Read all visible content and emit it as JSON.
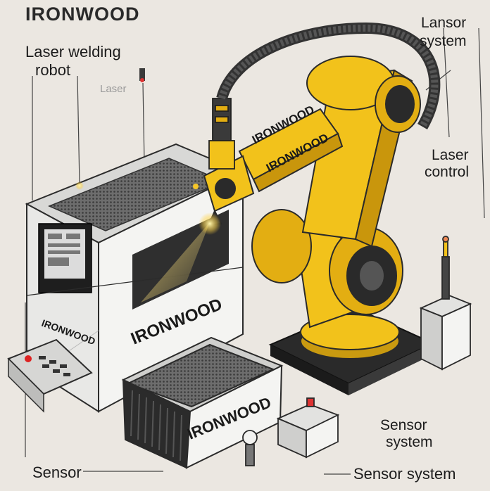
{
  "title": "IRONWOOD",
  "brand": "IRONWOOD",
  "labels": {
    "laser_welding_robot_line1": "Laser welding",
    "laser_welding_robot_line2": "robot",
    "laser_faint": "Laser",
    "lansor_line1": "Lansor",
    "lansor_line2": "system",
    "laser_control_line1": "Laser",
    "laser_control_line2": "control",
    "sensor_system_line1": "Sensor",
    "sensor_system_line2": "system",
    "sensor": "Sensor",
    "sensor_system_bottom": "Sensor system"
  },
  "colors": {
    "robot_yellow": "#f2c21b",
    "robot_shadow": "#c9960c",
    "metal_light": "#f4f4f2",
    "metal_dark": "#2b2b2b",
    "background": "#ebe7e1"
  }
}
